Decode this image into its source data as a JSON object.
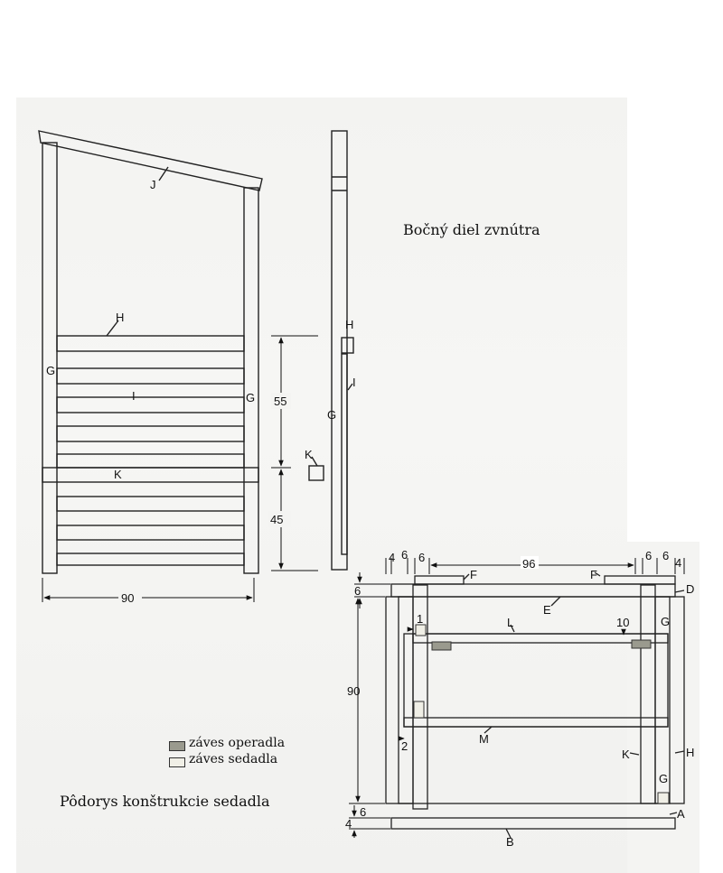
{
  "captions": {
    "side_panel": "Bočný diel zvnútra",
    "floor_plan": "Pôdorys konštrukcie sedadla"
  },
  "legend": [
    {
      "label": "záves operadla",
      "color": "#9a9a8e"
    },
    {
      "label": "záves sedadla",
      "color": "#f0efe6"
    }
  ],
  "front_view": {
    "labels": {
      "J": "J",
      "H": "H",
      "G_left": "G",
      "G_right": "G",
      "I": "I",
      "K": "K"
    },
    "dimensions": {
      "upper": "55",
      "lower": "45",
      "width": "90"
    }
  },
  "side_view": {
    "labels": {
      "H": "H",
      "I": "I",
      "G": "G",
      "K": "K"
    }
  },
  "plan_view": {
    "labels": {
      "F_left": "F",
      "F_right": "F",
      "D": "D",
      "E": "E",
      "G_top": "G",
      "L": "L",
      "M": "M",
      "K": "K",
      "H": "H",
      "G_bottom": "G",
      "A": "A",
      "B": "B"
    },
    "dimensions": {
      "top_left_4": "4",
      "top_left_6a": "6",
      "top_left_6b": "6",
      "top_span": "96",
      "top_right_6a": "6",
      "top_right_6b": "6",
      "top_right_4": "4",
      "left_6_top": "6",
      "left_90": "90",
      "left_6_bottom": "6",
      "left_4_bottom": "4",
      "gap_1": "1",
      "gap_2": "2",
      "gap_10": "10"
    }
  }
}
